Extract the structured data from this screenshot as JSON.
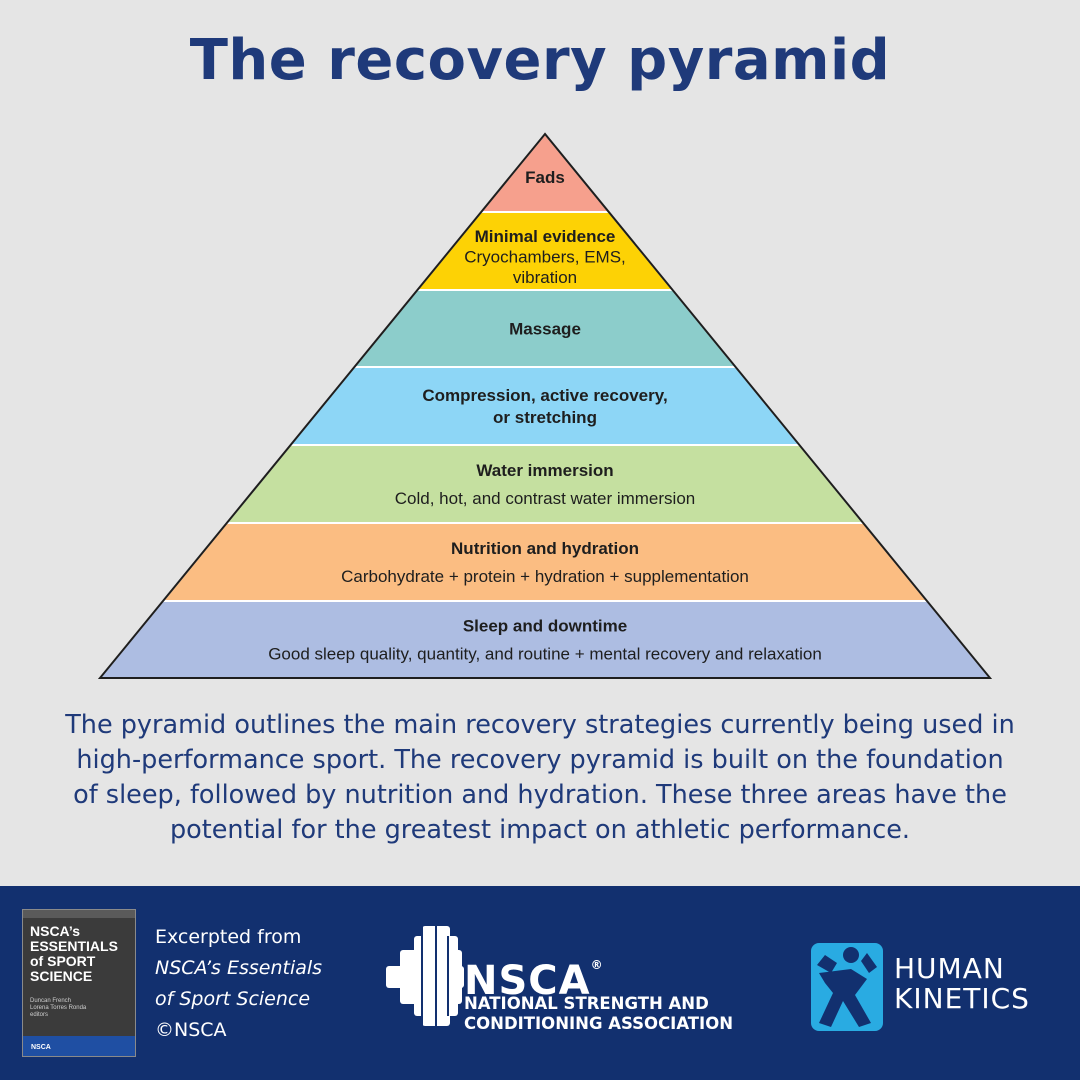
{
  "title": "The recovery pyramid",
  "tiers": [
    {
      "heading": "Fads",
      "sub": [],
      "color": "#f6a08d"
    },
    {
      "heading": "Minimal evidence",
      "sub": [
        "Cryochambers, EMS,",
        "vibration"
      ],
      "color": "#fdd205"
    },
    {
      "heading": "Massage",
      "sub": [],
      "color": "#8ccdcb"
    },
    {
      "heading": "Compression, active recovery,",
      "heading2": "or stretching",
      "sub": [],
      "color": "#8dd6f6"
    },
    {
      "heading": "Water immersion",
      "sub": [
        "Cold, hot, and contrast water immersion"
      ],
      "color": "#c5e0a0"
    },
    {
      "heading": "Nutrition and hydration",
      "sub": [
        "Carbohydrate + protein + hydration + supplementation"
      ],
      "color": "#fbbd82"
    },
    {
      "heading": "Sleep and downtime",
      "sub": [
        "Good sleep quality, quantity, and routine + mental recovery and relaxation"
      ],
      "color": "#adbde2"
    }
  ],
  "caption": {
    "lines": [
      "The pyramid outlines the main recovery strategies currently being used in",
      "high-performance sport. The recovery pyramid is built on the foundation",
      "of sleep, followed by nutrition and hydration. These three areas have the",
      "potential for the greatest impact on athletic performance."
    ]
  },
  "footer": {
    "excerpt_line1": "Excerpted from",
    "excerpt_line2": "NSCA’s Essentials",
    "excerpt_line3": "of Sport Science",
    "excerpt_line4": "©NSCA",
    "book": {
      "title_lines": [
        "NSCA’s",
        "ESSENTIALS",
        "of SPORT",
        "SCIENCE"
      ],
      "authors": [
        "Duncan French",
        "Lorena Torres Ronda"
      ],
      "authors_role": "editors",
      "band_text": "NSCA"
    },
    "nsca": {
      "name": "NSCA",
      "reg": "®",
      "line1": "NATIONAL STRENGTH AND",
      "line2": "CONDITIONING ASSOCIATION"
    },
    "hk": {
      "line1": "HUMAN",
      "line2": "KINETICS"
    }
  },
  "colors": {
    "background": "#e5e5e5",
    "title": "#1f3a7a",
    "footer": "#12306f",
    "hk_logo": "#29abe2"
  }
}
